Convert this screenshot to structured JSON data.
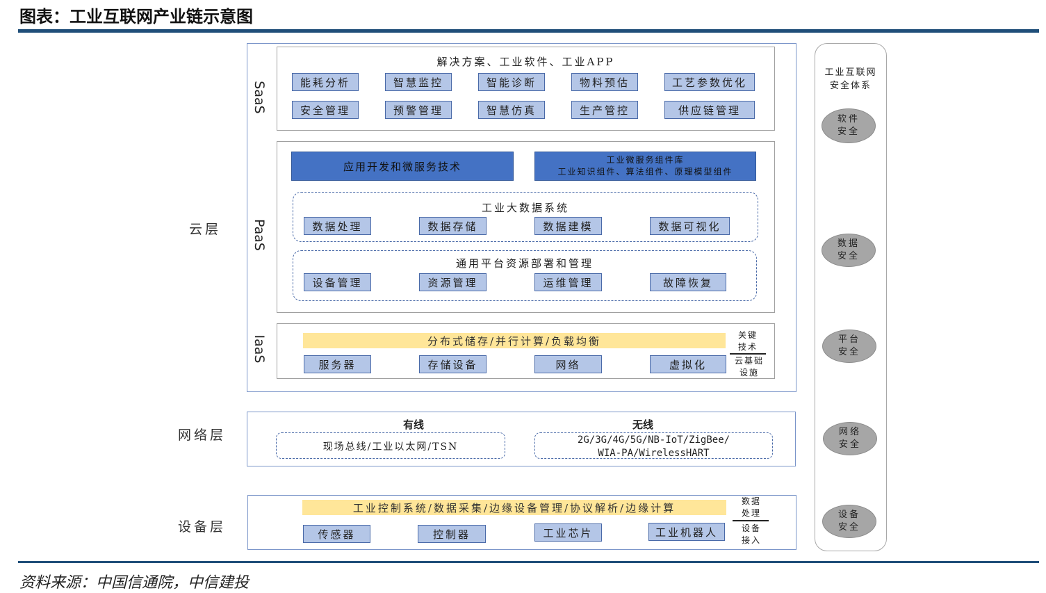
{
  "title": "图表：工业互联网产业链示意图",
  "source": "资料来源：中国信通院，中信建投",
  "layers": {
    "cloud": "云层",
    "network": "网络层",
    "device": "设备层"
  },
  "saas": {
    "label": "SaaS",
    "caption": "解决方案、工业软件、工业APP",
    "row1": [
      "能耗分析",
      "智慧监控",
      "智能诊断",
      "物料预估",
      "工艺参数优化"
    ],
    "row2": [
      "安全管理",
      "预警管理",
      "智慧仿真",
      "生产管控",
      "供应链管理"
    ]
  },
  "paas": {
    "label": "PaaS",
    "bar_left": "应用开发和微服务技术",
    "bar_right_line1": "工业微服务组件库",
    "bar_right_line2": "工业知识组件、算法组件、原理模型组件",
    "bigdata": {
      "caption": "工业大数据系统",
      "items": [
        "数据处理",
        "数据存储",
        "数据建模",
        "数据可视化"
      ]
    },
    "platform": {
      "caption": "通用平台资源部署和管理",
      "items": [
        "设备管理",
        "资源管理",
        "运维管理",
        "故障恢复"
      ]
    }
  },
  "iaas": {
    "label": "IaaS",
    "bar": "分布式储存/并行计算/负载均衡",
    "items": [
      "服务器",
      "存储设备",
      "网络",
      "虚拟化"
    ],
    "side_top": [
      "关键",
      "技术"
    ],
    "side_bottom": [
      "云基础",
      "设施"
    ]
  },
  "network": {
    "wired_title": "有线",
    "wired_text": "现场总线/工业以太网/TSN",
    "wireless_title": "无线",
    "wireless_line1": "2G/3G/4G/5G/NB-IoT/ZigBee/",
    "wireless_line2": "WIA-PA/WirelessHART"
  },
  "device": {
    "bar": "工业控制系统/数据采集/边缘设备管理/协议解析/边缘计算",
    "items": [
      "传感器",
      "控制器",
      "工业芯片",
      "工业机器人"
    ],
    "side_top": [
      "数据",
      "处理"
    ],
    "side_bottom": [
      "设备",
      "接入"
    ]
  },
  "security": {
    "title_line1": "工业互联网",
    "title_line2": "安全体系",
    "items": [
      [
        "软件",
        "安全"
      ],
      [
        "数据",
        "安全"
      ],
      [
        "平台",
        "安全"
      ],
      [
        "网络",
        "安全"
      ],
      [
        "设备",
        "安全"
      ]
    ]
  },
  "colors": {
    "rule": "#1f4e79",
    "chip_fill": "#b4c6e7",
    "dark_bar": "#4472c4",
    "yellow_bar": "#ffe699",
    "oval": "#a6a6a6"
  }
}
